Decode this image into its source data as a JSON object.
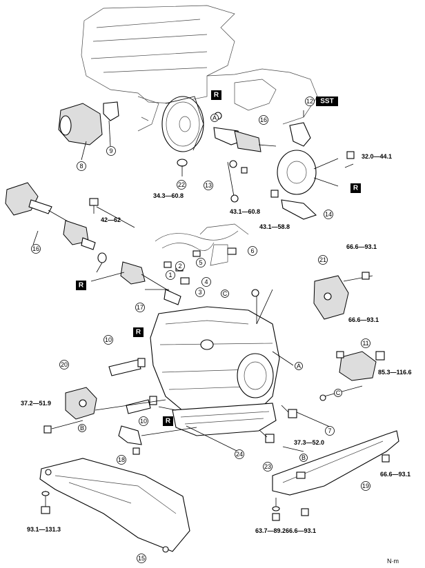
{
  "callouts": [
    {
      "num": "1"
    },
    {
      "num": "2"
    },
    {
      "num": "3"
    },
    {
      "num": "4"
    },
    {
      "num": "5"
    },
    {
      "num": "6"
    },
    {
      "num": "7"
    },
    {
      "num": "8"
    },
    {
      "num": "9"
    },
    {
      "num": "10"
    },
    {
      "num": "10"
    },
    {
      "num": "11"
    },
    {
      "num": "12"
    },
    {
      "num": "13"
    },
    {
      "num": "14"
    },
    {
      "num": "15"
    },
    {
      "num": "16"
    },
    {
      "num": "16"
    },
    {
      "num": "17"
    },
    {
      "num": "18"
    },
    {
      "num": "19"
    },
    {
      "num": "20"
    },
    {
      "num": "21"
    },
    {
      "num": "22"
    },
    {
      "num": "23"
    },
    {
      "num": "24"
    }
  ],
  "torques": [
    {
      "text": "32.0—44.1"
    },
    {
      "text": "34.3—60.8"
    },
    {
      "text": "42—62"
    },
    {
      "text": "43.1—60.8"
    },
    {
      "text": "43.1—58.8"
    },
    {
      "text": "66.6—93.1"
    },
    {
      "text": "66.6—93.1"
    },
    {
      "text": "85.3—116.6"
    },
    {
      "text": "37.2—51.9"
    },
    {
      "text": "37.3—52.0"
    },
    {
      "text": "93.1—131.3"
    },
    {
      "text": "63.7—89.2"
    },
    {
      "text": "66.6—93.1"
    },
    {
      "text": "66.6—93.1"
    }
  ],
  "boxes": [
    {
      "text": "R"
    },
    {
      "text": "SST"
    },
    {
      "text": "R"
    },
    {
      "text": "R"
    },
    {
      "text": "R"
    },
    {
      "text": "R"
    }
  ],
  "letters": [
    {
      "text": "A"
    },
    {
      "text": "A"
    },
    {
      "text": "B"
    },
    {
      "text": "B"
    },
    {
      "text": "C"
    },
    {
      "text": "C"
    }
  ],
  "unit": "N·m"
}
